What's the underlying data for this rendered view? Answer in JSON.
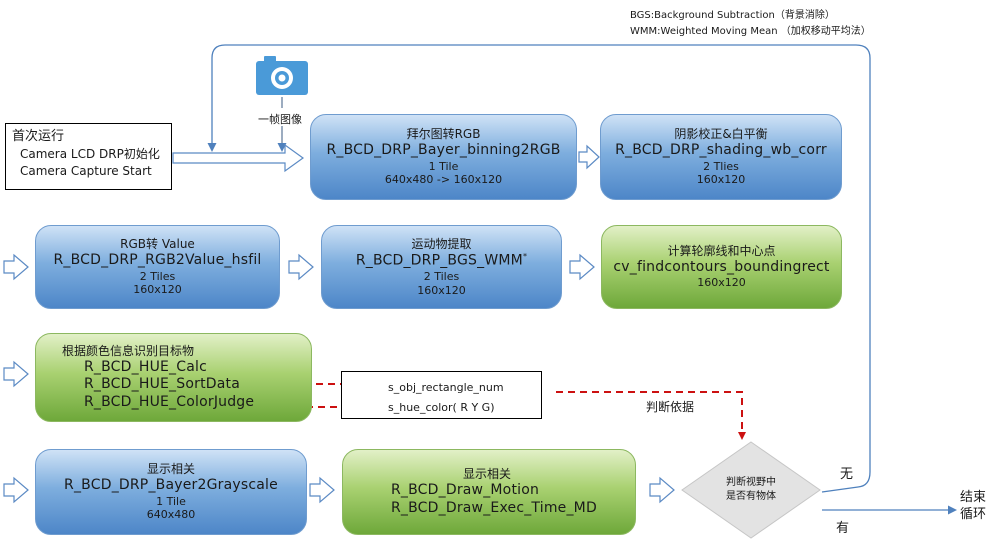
{
  "notes": {
    "bgs": "BGS:Background Subtraction（背景消除）",
    "wmm": "WMM:Weighted Moving Mean （加权移动平均法）"
  },
  "camera": {
    "label": "一帧图像"
  },
  "start_box": {
    "title": "首次运行",
    "line1": "Camera LCD DRP初始化",
    "line2": "Camera Capture Start"
  },
  "boxes": {
    "bayer_rgb": {
      "title": "拜尔图转RGB",
      "func": "R_BCD_DRP_Bayer_binning2RGB",
      "tiles": "1 Tile",
      "size": "640x480 -> 160x120"
    },
    "shading": {
      "title": "阴影校正&白平衡",
      "func": "R_BCD_DRP_shading_wb_corr",
      "tiles": "2 Tlies",
      "size": "160x120"
    },
    "rgb_value": {
      "title": "RGB转 Value",
      "func": "R_BCD_DRP_RGB2Value_hsfil",
      "tiles": "2 Tiles",
      "size": "160x120"
    },
    "bgs": {
      "title": "运动物提取",
      "func": "R_BCD_DRP_BGS_WMM",
      "func_sup": "*",
      "tiles": "2 Tiles",
      "size": "160x120"
    },
    "contours": {
      "title": "计算轮廓线和中心点",
      "func": "cv_findcontours_boundingrect",
      "size": "160x120"
    },
    "hue": {
      "title": "根据颜色信息识别目标物",
      "line1": "R_BCD_HUE_Calc",
      "line2": "R_BCD_HUE_SortData",
      "line3": "R_BCD_HUE_ColorJudge"
    },
    "gray": {
      "title": "显示相关",
      "func": "R_BCD_DRP_Bayer2Grayscale",
      "tiles": "1 Tile",
      "size": "640x480"
    },
    "draw": {
      "title": "显示相关",
      "line1": "R_BCD_Draw_Motion",
      "line2": "R_BCD_Draw_Exec_Time_MD"
    }
  },
  "vars_box": {
    "line1": "s_obj_rectangle_num",
    "line2": "s_hue_color( R Y G)"
  },
  "judge_basis": "判断依据",
  "decision": {
    "line1": "判断视野中",
    "line2": "是否有物体"
  },
  "branch_no": "无",
  "branch_yes": "有",
  "end": {
    "line1": "结束",
    "line2": "循环"
  },
  "colors": {
    "blue_box": "#5b8fcf",
    "green_box": "#7fb547",
    "dashed_arrow": "#cc1111",
    "loop_line": "#4f81bd",
    "camera": "#4a9ad8"
  }
}
